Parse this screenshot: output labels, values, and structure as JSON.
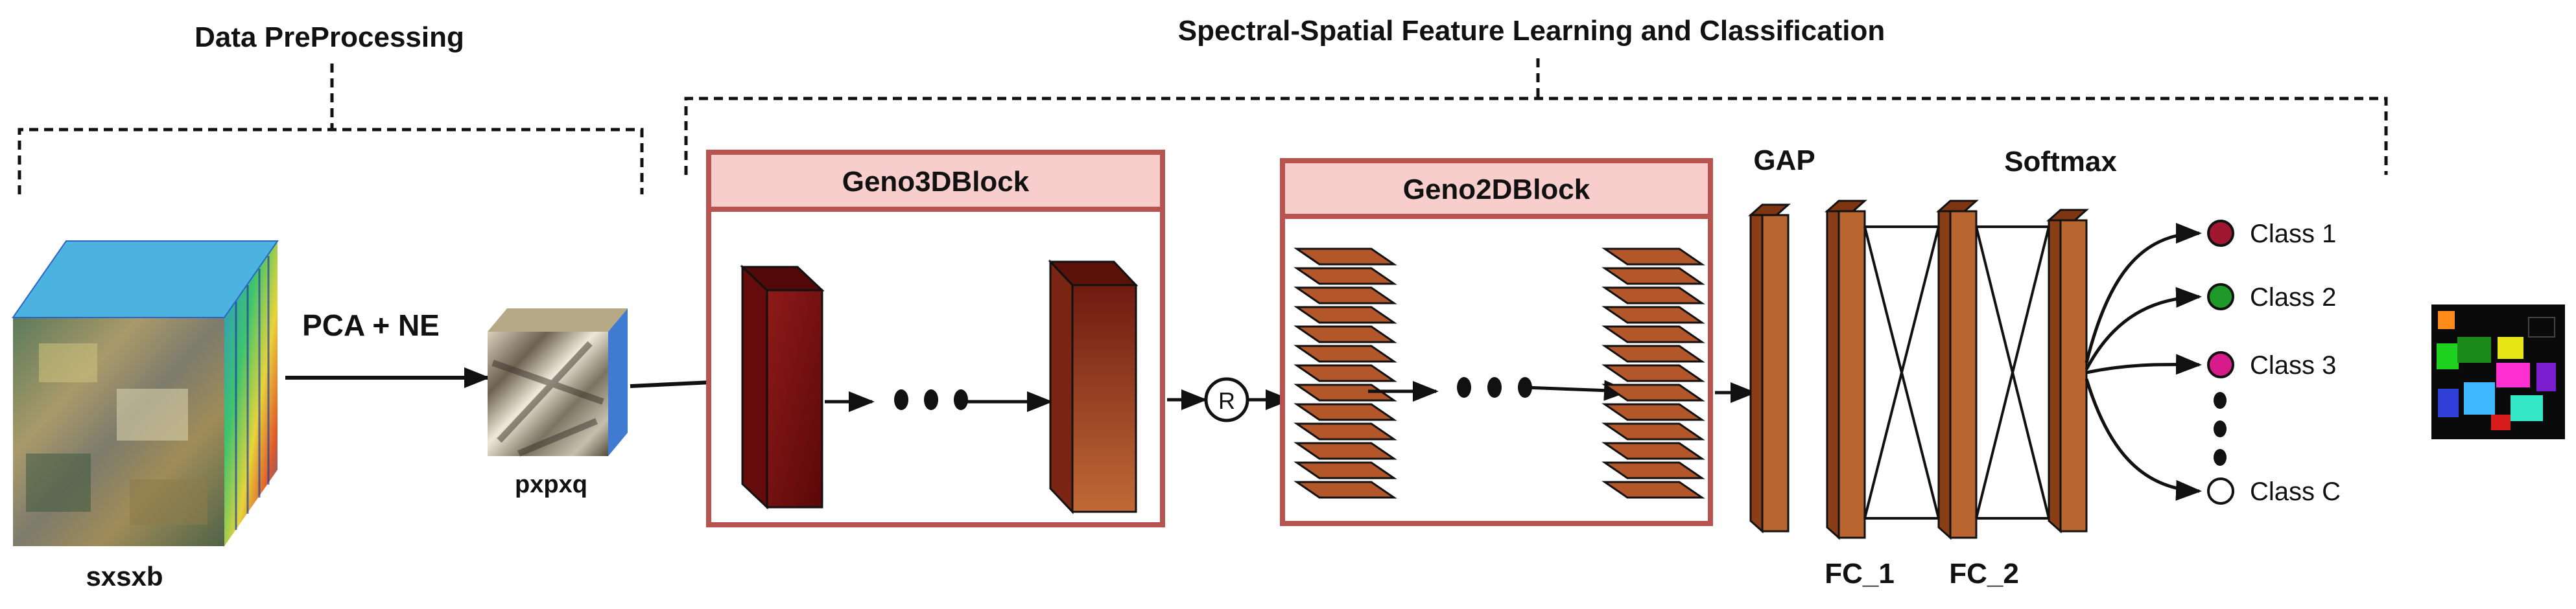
{
  "sections": {
    "preprocessing_title": "Data PreProcessing",
    "learning_title": "Spectral-Spatial Feature Learning and Classification"
  },
  "inputs": {
    "cube_label": "sxsxb",
    "transform_label": "PCA +  NE",
    "patch_label": "pxpxq"
  },
  "blocks": {
    "block3d_title": "Geno3DBlock",
    "block2d_title": "Geno2DBlock",
    "residual_symbol": "R"
  },
  "layers": {
    "gap": "GAP",
    "softmax": "Softmax",
    "fc1": "FC_1",
    "fc2": "FC_2"
  },
  "classes": [
    {
      "label": "Class 1",
      "color": "#a01830"
    },
    {
      "label": "Class 2",
      "color": "#1f9a2a"
    },
    {
      "label": "Class 3",
      "color": "#d81b8a"
    },
    {
      "label": "Class C",
      "color": "#ffffff"
    }
  ],
  "colors": {
    "block_border": "#b85450",
    "block_header_fill": "#f8cecc",
    "dark_red": "#6e0d0d",
    "brown": "#b3562a",
    "layer_fill": "#b9652f"
  }
}
